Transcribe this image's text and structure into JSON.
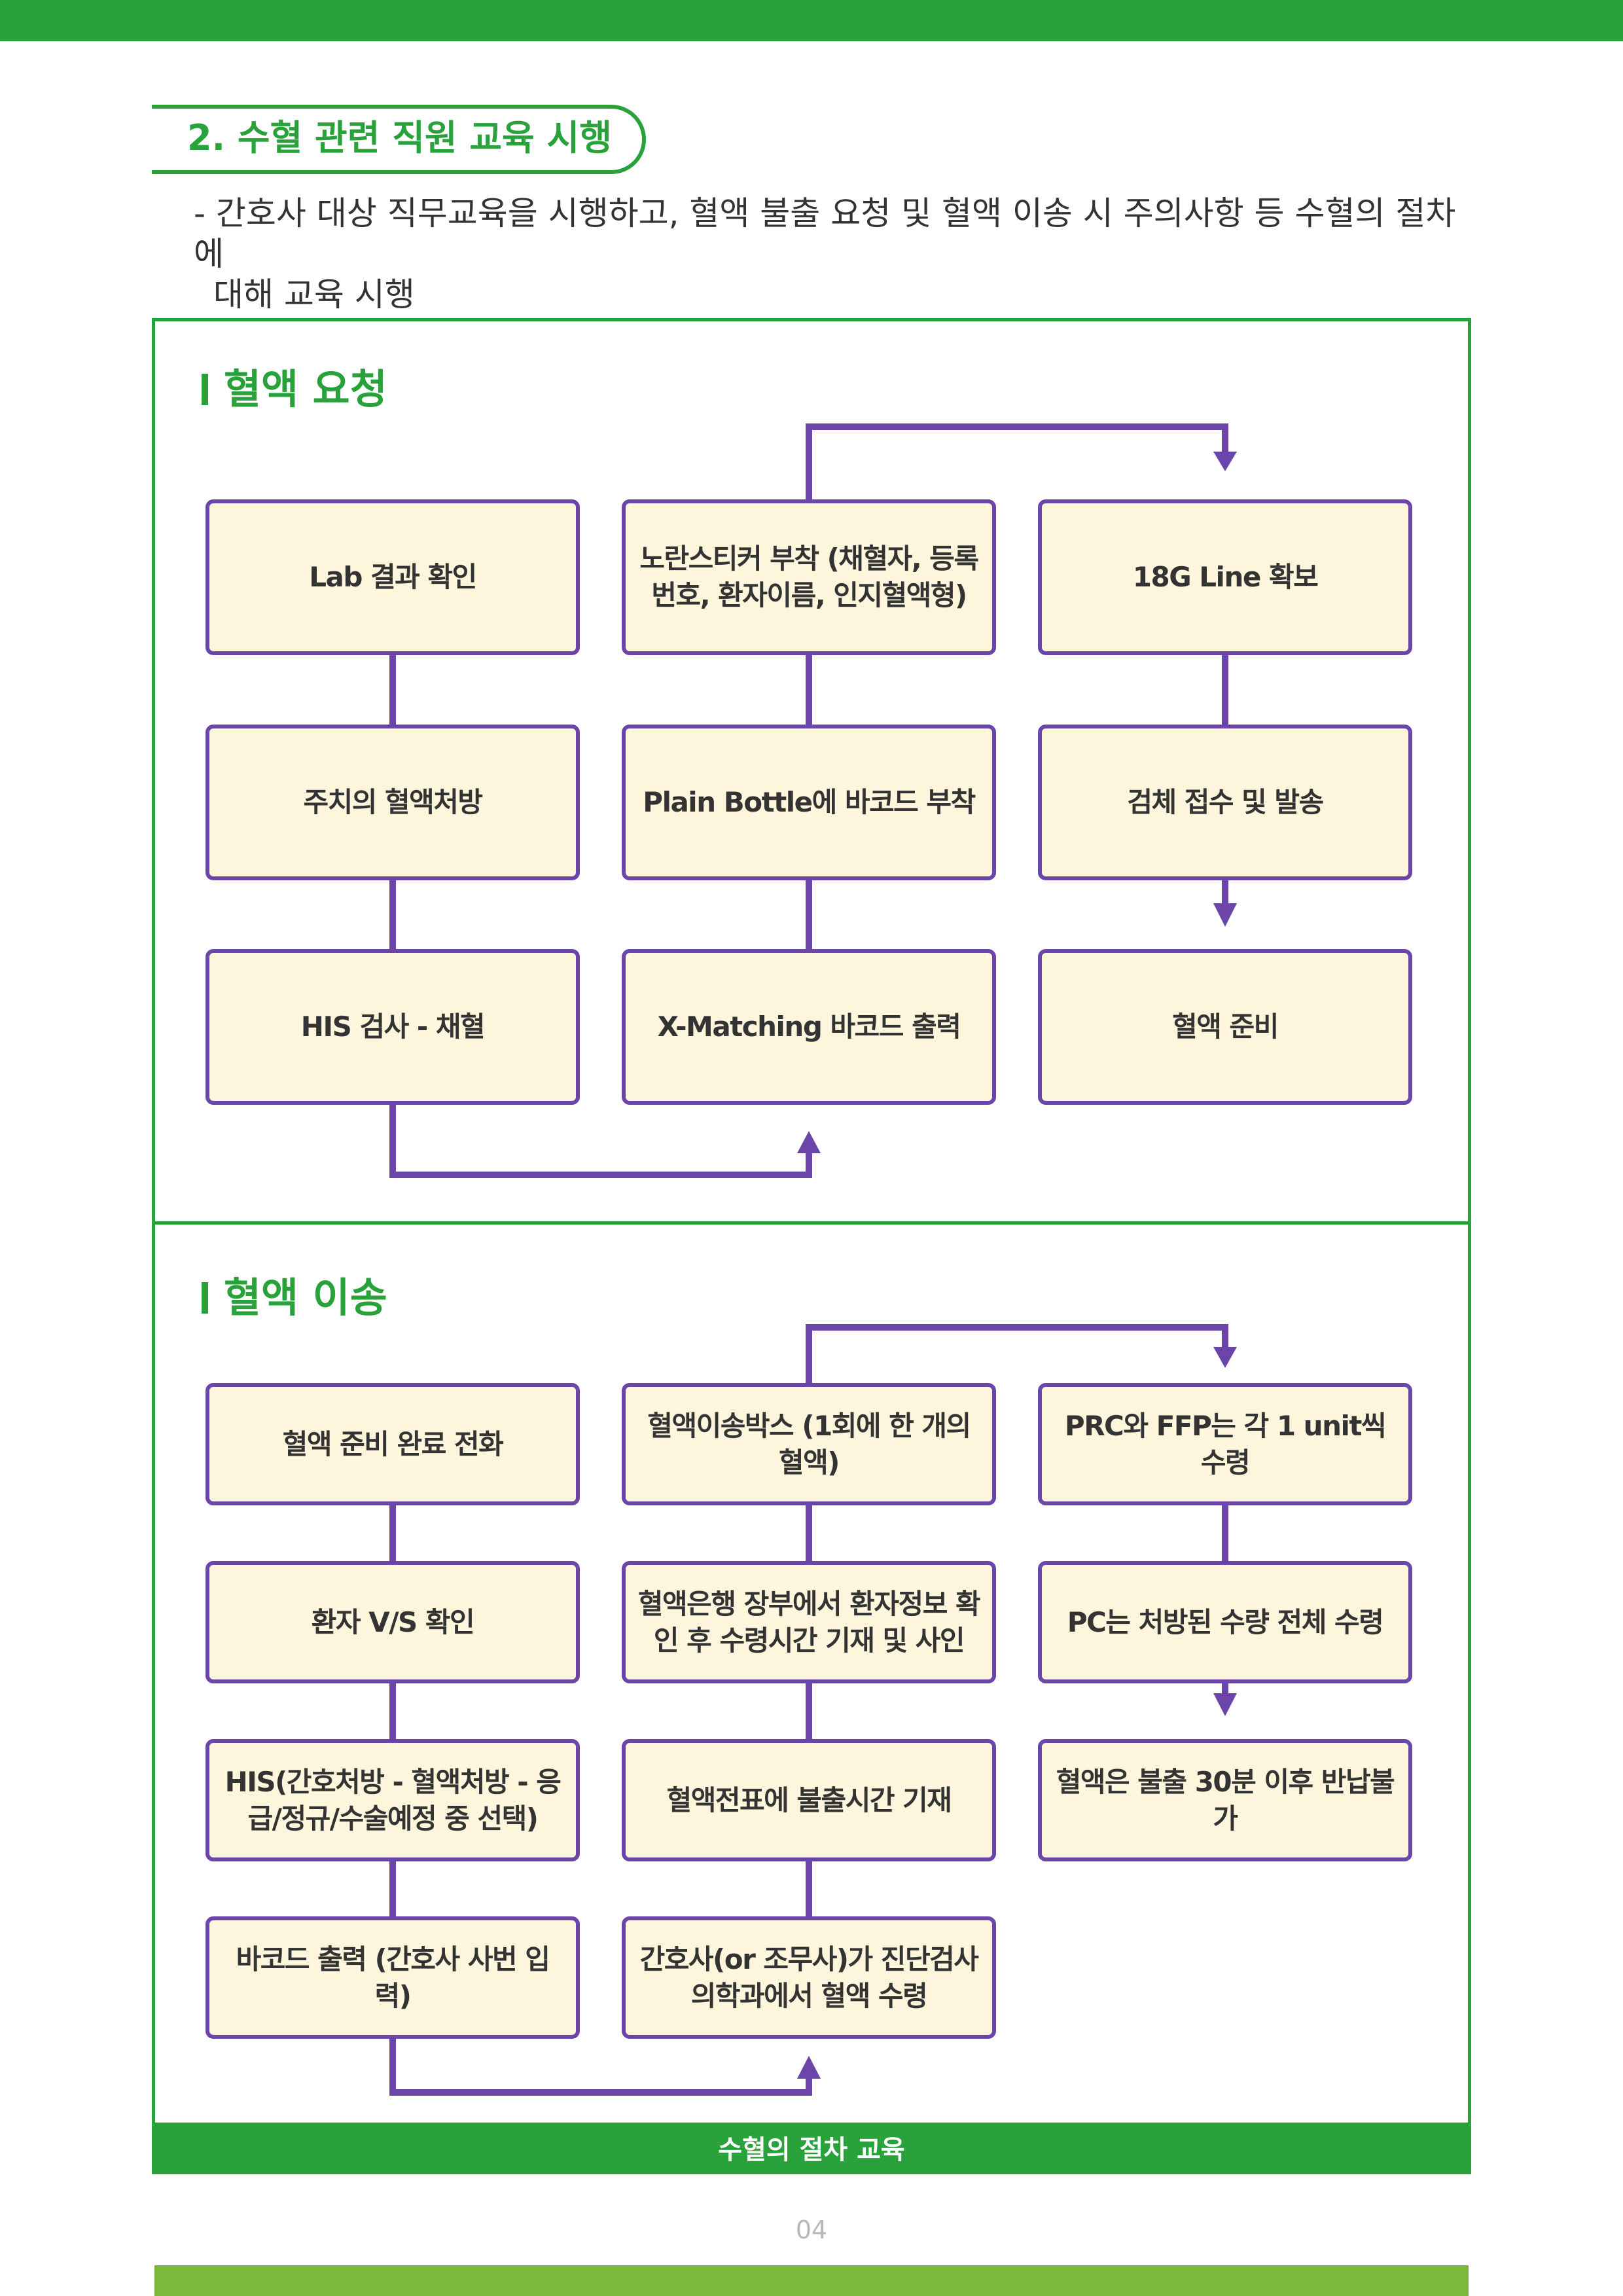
{
  "section": {
    "title": "2. 수혈 관련 직원 교육 시행"
  },
  "intro": {
    "line1": "- 간호사 대상 직무교육을 시행하고, 혈액 불출 요청 및 혈액 이송 시 주의사항 등 수혈의 절차에",
    "line2": "대해 교육 시행"
  },
  "request": {
    "heading": "혈액 요청",
    "boxes": [
      "Lab 결과 확인",
      "노란스티커 부착 (채혈자, 등록번호, 환자이름, 인지혈액형)",
      "18G Line 확보",
      "주치의 혈액처방",
      "Plain Bottle에 바코드 부착",
      "검체 접수 및 발송",
      "HIS 검사 - 채혈",
      "X-Matching 바코드 출력",
      "혈액 준비"
    ]
  },
  "transport": {
    "heading": "혈액 이송",
    "boxes": [
      "혈액 준비 완료 전화",
      "혈액이송박스 (1회에 한 개의 혈액)",
      "PRC와 FFP는 각 1 unit씩 수령",
      "환자 V/S 확인",
      "혈액은행 장부에서 환자정보 확인 후 수령시간 기재 및 사인",
      "PC는 처방된 수량 전체 수령",
      "HIS(간호처방 - 혈액처방 - 응급/정규/수술예정 중 선택)",
      "혈액전표에 불출시간 기재",
      "혈액은 불출 30분 이후 반납불가",
      "바코드 출력 (간호사 사번 입력)",
      "간호사(or 조무사)가 진단검사의학과에서 혈액 수령"
    ]
  },
  "caption": "수혈의 절차 교육",
  "page_number": "04",
  "colors": {
    "green": "#2aa23b",
    "purple": "#6b45a9",
    "box_fill": "#fdf6dc",
    "bottom_bar": "#7cb83a"
  }
}
